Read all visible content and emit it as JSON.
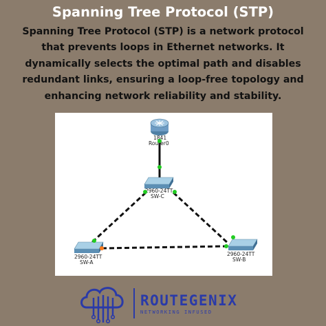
{
  "header": {
    "title": "Spanning Tree Protocol (STP)",
    "description_lines": [
      "Spanning Tree Protocol (STP) is a network protocol",
      "that prevents loops in Ethernet networks. It",
      "dynamically selects the optimal path and disables",
      "redundant links, ensuring a loop-free topology and",
      "enhancing network reliability and stability."
    ]
  },
  "diagram": {
    "router": {
      "model": "1841",
      "name": "Router0"
    },
    "switch_c": {
      "model": "2960-24TT",
      "name": "SW-C"
    },
    "switch_a": {
      "model": "2960-24TT",
      "name": "SW-A"
    },
    "switch_b": {
      "model": "2960-24TT",
      "name": "SW-B"
    },
    "colors": {
      "link_up": "#22cc22",
      "link_blocked": "#ff7a1a",
      "cable": "#111111",
      "background": "#8b7c6c"
    }
  },
  "brand": {
    "name": "ROUTEGENIX",
    "tagline": "NETWORKING INFUSED",
    "color": "#2a3aa8",
    "logo_icon": "cloud-circuit-icon"
  }
}
